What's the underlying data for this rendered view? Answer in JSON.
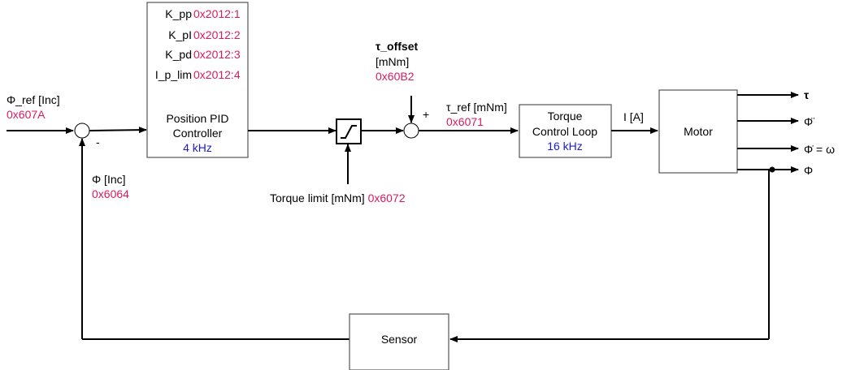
{
  "inputs": {
    "phi_ref": {
      "label": "Φ_ref [Inc]",
      "addr": "0x607A"
    },
    "phi_fb": {
      "label": "Φ [Inc]",
      "addr": "0x6064"
    },
    "minus_sign": "-",
    "plus_sign": "+"
  },
  "pid": {
    "params": [
      {
        "name": "K_pp",
        "addr": "0x2012:1"
      },
      {
        "name": "K_pI",
        "addr": "0x2012:2"
      },
      {
        "name": "K_pd",
        "addr": "0x2012:3"
      },
      {
        "name": "I_p_lim",
        "addr": "0x2012:4"
      }
    ],
    "title1": "Position PID",
    "title2": "Controller",
    "freq": "4 kHz"
  },
  "torque_offset": {
    "label1": "τ_offset",
    "label2": "[mNm]",
    "addr": "0x60B2"
  },
  "torque_limit": {
    "label": "Torque limit [mNm]",
    "addr": "0x6072"
  },
  "torque_ref": {
    "label": "τ_ref [mNm]",
    "addr": "0x6071"
  },
  "torque_loop": {
    "title1": "Torque",
    "title2": "Control Loop",
    "freq": "16 kHz"
  },
  "current": {
    "label": "I [A]"
  },
  "motor": {
    "title": "Motor"
  },
  "outputs": [
    "τ",
    "Φ̈",
    "Φ̇ = ω",
    "Φ"
  ],
  "sensor": {
    "title": "Sensor"
  }
}
